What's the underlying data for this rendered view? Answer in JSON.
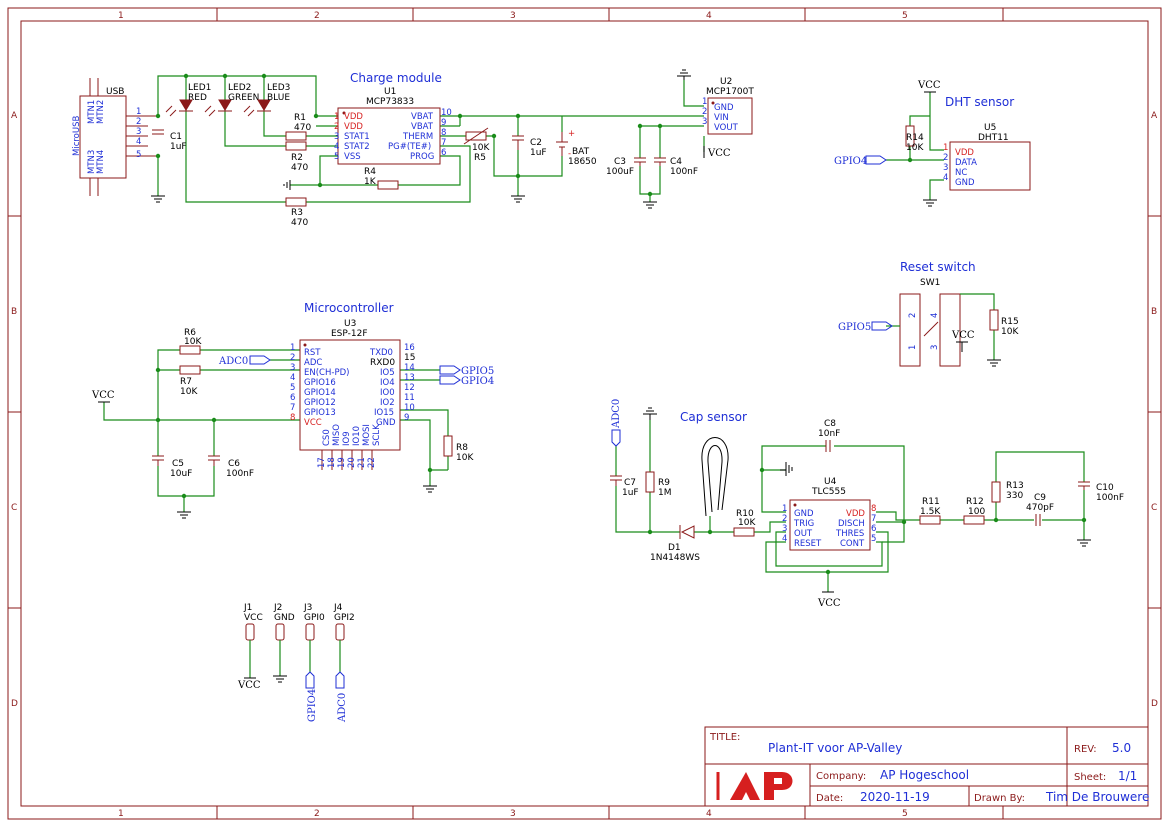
{
  "border": {
    "cols": [
      "1",
      "2",
      "3",
      "4",
      "5"
    ],
    "rows": [
      "A",
      "B",
      "C",
      "D"
    ]
  },
  "titles": {
    "charge": "Charge module",
    "dht": "DHT sensor",
    "reset": "Reset switch",
    "micro": "Microcontroller",
    "cap": "Cap sensor"
  },
  "usb": {
    "ref": "USB",
    "value": "MicroUSB",
    "pins": [
      "MTN1",
      "MTN2",
      "MTN3",
      "MTN4"
    ],
    "nums": [
      "1",
      "2",
      "3",
      "4",
      "5"
    ]
  },
  "leds": [
    {
      "ref": "LED1",
      "color": "RED"
    },
    {
      "ref": "LED2",
      "color": "GREEN"
    },
    {
      "ref": "LED3",
      "color": "BLUE"
    }
  ],
  "u1": {
    "ref": "U1",
    "value": "MCP73833",
    "left": [
      "VDD",
      "VDD",
      "STAT1",
      "STAT2",
      "VSS"
    ],
    "leftNums": [
      "1",
      "2",
      "3",
      "4",
      "5"
    ],
    "right": [
      "VBAT",
      "VBAT",
      "THERM",
      "PG#(TE#)",
      "PROG"
    ],
    "rightNums": [
      "10",
      "9",
      "8",
      "7",
      "6"
    ]
  },
  "u2": {
    "ref": "U2",
    "value": "MCP1700T",
    "pins": [
      "GND",
      "VIN",
      "VOUT"
    ],
    "nums": [
      "1",
      "2",
      "3"
    ]
  },
  "u3": {
    "ref": "U3",
    "value": "ESP-12F",
    "left": [
      "RST",
      "ADC",
      "EN(CH-PD)",
      "GPIO16",
      "GPIO14",
      "GPIO12",
      "GPIO13",
      "VCC"
    ],
    "leftNums": [
      "1",
      "2",
      "3",
      "4",
      "5",
      "6",
      "7",
      "8"
    ],
    "right": [
      "TXD0",
      "RXD0",
      "IO5",
      "IO4",
      "IO0",
      "IO2",
      "IO15",
      "GND"
    ],
    "rightNums": [
      "16",
      "15",
      "14",
      "13",
      "12",
      "11",
      "10",
      "9"
    ],
    "bottom": [
      "CS0",
      "MISO",
      "IO9",
      "IO10",
      "MOSI",
      "SCLK"
    ],
    "bottomNums": [
      "17",
      "18",
      "19",
      "20",
      "21",
      "22"
    ]
  },
  "u4": {
    "ref": "U4",
    "value": "TLC555",
    "left": [
      "GND",
      "TRIG",
      "OUT",
      "RESET"
    ],
    "leftNums": [
      "1",
      "2",
      "3",
      "4"
    ],
    "right": [
      "VDD",
      "DISCH",
      "THRES",
      "CONT"
    ],
    "rightNums": [
      "8",
      "7",
      "6",
      "5"
    ]
  },
  "u5": {
    "ref": "U5",
    "value": "DHT11",
    "pins": [
      "VDD",
      "DATA",
      "NC",
      "GND"
    ],
    "nums": [
      "1",
      "2",
      "3",
      "4"
    ]
  },
  "sw1": {
    "ref": "SW1",
    "nums": [
      "2",
      "4",
      "1",
      "3"
    ]
  },
  "d1": {
    "ref": "D1",
    "value": "1N4148WS"
  },
  "bat": {
    "ref": "BAT",
    "value": "18650"
  },
  "parts": {
    "r1": {
      "ref": "R1",
      "value": "470"
    },
    "r2": {
      "ref": "R2",
      "value": "470"
    },
    "r3": {
      "ref": "R3",
      "value": "470"
    },
    "r4": {
      "ref": "R4",
      "value": "1K"
    },
    "r5": {
      "ref": "R5",
      "value": "10K"
    },
    "r6": {
      "ref": "R6",
      "value": "10K"
    },
    "r7": {
      "ref": "R7",
      "value": "10K"
    },
    "r8": {
      "ref": "R8",
      "value": "10K"
    },
    "r9": {
      "ref": "R9",
      "value": "1M"
    },
    "r10": {
      "ref": "R10",
      "value": "10K"
    },
    "r11": {
      "ref": "R11",
      "value": "1.5K"
    },
    "r12": {
      "ref": "R12",
      "value": "100"
    },
    "r13": {
      "ref": "R13",
      "value": "330"
    },
    "r14": {
      "ref": "R14",
      "value": "10K"
    },
    "r15": {
      "ref": "R15",
      "value": "10K"
    },
    "c1": {
      "ref": "C1",
      "value": "1uF"
    },
    "c2": {
      "ref": "C2",
      "value": "1uF"
    },
    "c3": {
      "ref": "C3",
      "value": "100uF"
    },
    "c4": {
      "ref": "C4",
      "value": "100nF"
    },
    "c5": {
      "ref": "C5",
      "value": "10uF"
    },
    "c6": {
      "ref": "C6",
      "value": "100nF"
    },
    "c7": {
      "ref": "C7",
      "value": "1uF"
    },
    "c8": {
      "ref": "C8",
      "value": "10nF"
    },
    "c9": {
      "ref": "C9",
      "value": "470pF"
    },
    "c10": {
      "ref": "C10",
      "value": "100nF"
    }
  },
  "connectors": [
    {
      "ref": "J1",
      "value": "VCC"
    },
    {
      "ref": "J2",
      "value": "GND"
    },
    {
      "ref": "J3",
      "value": "GPI0"
    },
    {
      "ref": "J4",
      "value": "GPI2"
    }
  ],
  "nets": {
    "vcc": "VCC",
    "gpio4": "GPIO4",
    "gpio5": "GPIO5",
    "adc0": "ADC0",
    "pol_plus": "+",
    "pol_minus": "-"
  },
  "titleblock": {
    "title_label": "TITLE:",
    "title": "Plant-IT voor AP-Valley",
    "rev_label": "REV:",
    "rev": "5.0",
    "company_label": "Company:",
    "company": "AP Hogeschool",
    "sheet_label": "Sheet:",
    "sheet": "1/1",
    "date_label": "Date:",
    "date": "2020-11-19",
    "drawn_label": "Drawn By:",
    "drawn": "Tim De Brouwere",
    "logo": "AP"
  },
  "colors": {
    "wire": "#1a8c1a",
    "part": "#8b1a1a",
    "pinname": "#1f2fd6",
    "power": "#d61f1f",
    "frame": "#8b1a1a"
  }
}
